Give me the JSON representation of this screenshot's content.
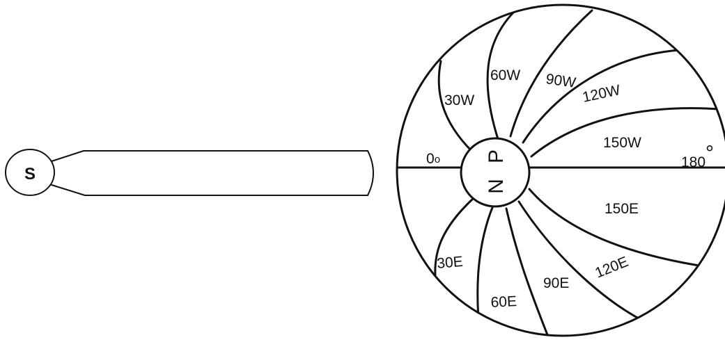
{
  "sun_label": "S",
  "pole_label": {
    "n": "N",
    "p": "P"
  },
  "meridians_west": [
    "30W",
    "60W",
    "90W",
    "120W",
    "150W"
  ],
  "meridians_east": [
    "30E",
    "60E",
    "90E",
    "120E",
    "150E"
  ],
  "prime_meridian": {
    "value": "0",
    "degree_mark": "o"
  },
  "antimeridian": {
    "value": "180",
    "degree_mark": "°"
  },
  "colors": {
    "line": "#111111",
    "background": "#ffffff"
  }
}
